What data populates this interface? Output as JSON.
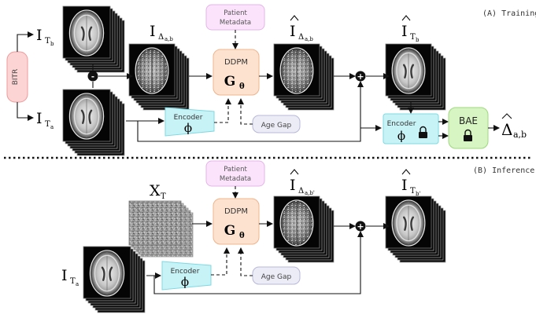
{
  "training": {
    "section_label": "(A) Training",
    "bitr_label": "BITR",
    "i_tb": {
      "main": "I",
      "sub": "T",
      "subsub": "b"
    },
    "i_ta": {
      "main": "I",
      "sub": "T",
      "subsub": "a"
    },
    "i_delta": {
      "main": "I",
      "sub": "Δ",
      "subsub": "a,b"
    },
    "i_delta_hat": {
      "main": "I",
      "sub": "Δ",
      "subsub": "a,b"
    },
    "i_tb_hat": {
      "main": "I",
      "sub": "T",
      "subsub": "b"
    },
    "subtract_symbol": "-",
    "add_symbol": "+",
    "metadata_line1": "Patient",
    "metadata_line2": "Metadata",
    "ddpm_label": "DDPM",
    "g_main": "G",
    "g_sub": "θ",
    "encoder_label": "Encoder",
    "phi": "ϕ",
    "age_gap_label": "Age Gap",
    "encoder2_label": "Encoder",
    "phi2": "ϕ",
    "bae_label": "BAE",
    "delta_hat_main": "Δ",
    "delta_hat_sub": "a,b"
  },
  "inference": {
    "section_label": "(B) Inference",
    "x_t": {
      "main": "X",
      "sub": "T"
    },
    "i_ta": {
      "main": "I",
      "sub": "T",
      "subsub": "a"
    },
    "i_delta_hat": {
      "main": "I",
      "sub": "Δ",
      "subsub": "a,b'"
    },
    "i_tb_hat": {
      "main": "I",
      "sub": "T",
      "subsub": "b'"
    },
    "add_symbol": "+",
    "metadata_line1": "Patient",
    "metadata_line2": "Metadata",
    "ddpm_label": "DDPM",
    "g_main": "G",
    "g_sub": "θ",
    "encoder_label": "Encoder",
    "phi": "ϕ",
    "age_gap_label": "Age Gap"
  },
  "colors": {
    "metadata_fill": "#fbe4fb",
    "metadata_stroke": "#e4b4e8",
    "ddpm_fill": "#fde3cf",
    "ddpm_stroke": "#f0b48c",
    "encoder_fill": "#c8f3f6",
    "encoder_stroke": "#7ed8e2",
    "agegap_fill": "#ececf7",
    "agegap_stroke": "#b8b8d8",
    "bae_fill": "#d6f5c2",
    "bae_stroke": "#9ed87e",
    "bitr_fill": "#fcd4d4",
    "bitr_stroke": "#ee9a9a"
  },
  "icons": {
    "lock": "lock-icon",
    "add": "plus-circle-icon",
    "subtract": "minus-circle-icon"
  }
}
